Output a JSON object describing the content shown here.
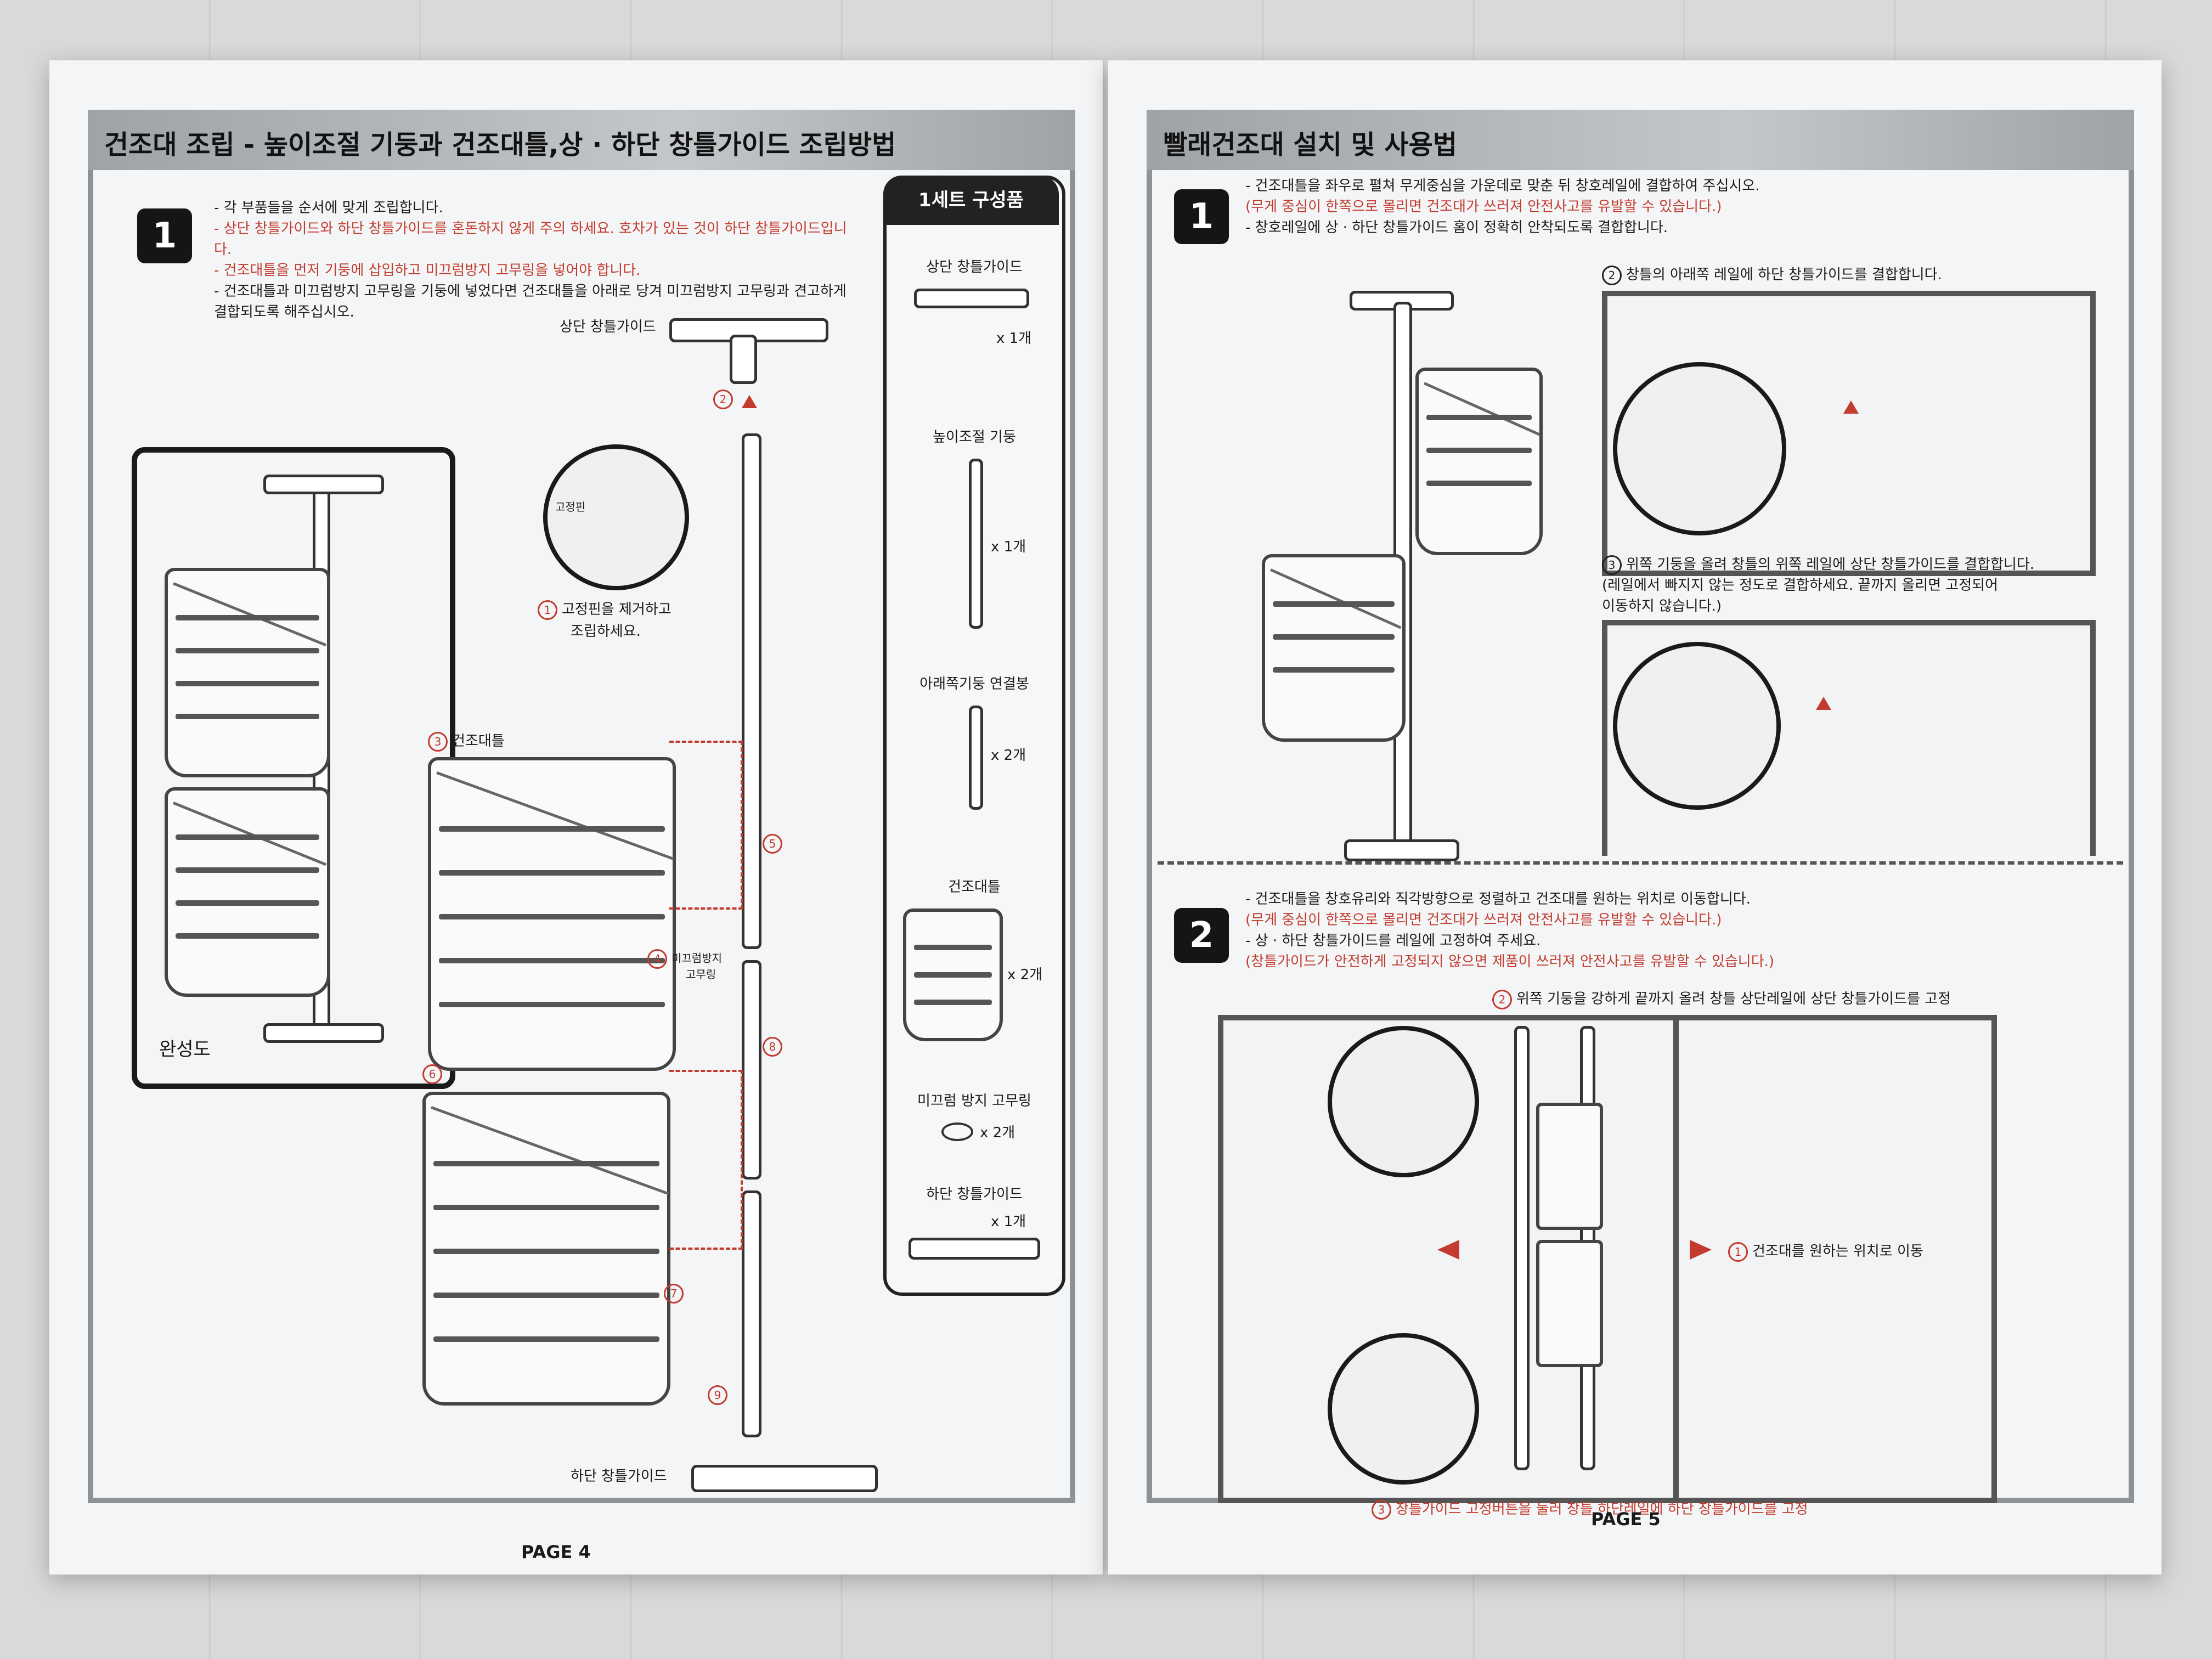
{
  "left_page": {
    "title": "건조대 조립 - 높이조절 기둥과 건조대틀,상 · 하단 창틀가이드 조립방법",
    "step": "1",
    "notes": [
      "- 각 부품들을 순서에 맞게 조립합니다.",
      "- 상단 창틀가이드와 하단 창틀가이드를 혼돈하지 않게 주의 하세요. 호차가 있는 것이 하단 창틀가이드입니다.",
      "- 건조대틀을 먼저 기둥에 삽입하고 미끄럼방지 고무링을 넣어야 합니다.",
      "- 건조대틀과 미끄럼방지 고무링을 기둥에 넣었다면 건조대틀을 아래로 당겨 미끄럼방지 고무링과 견고하게",
      "  결합되도록 해주십시오."
    ],
    "labels": {
      "upper_guide": "상단 창틀가이드",
      "lower_guide": "하단 창틀가이드",
      "pin": "고정핀",
      "pin_instr_1": "고정핀을 제거하고",
      "pin_instr_2": "조립하세요.",
      "rack3": "건조대틀",
      "ring_1": "미끄럼방지",
      "ring_2": "고무링",
      "complete": "완성도"
    },
    "step_numbers": [
      "1",
      "2",
      "3",
      "4",
      "5",
      "6",
      "7",
      "8",
      "9"
    ],
    "parts": {
      "heading": "1세트 구성품",
      "items": [
        {
          "name": "상단 창틀가이드",
          "qty": "x 1개"
        },
        {
          "name": "높이조절 기둥",
          "qty": "x 1개"
        },
        {
          "name": "아래쪽기둥 연결봉",
          "qty": "x 2개"
        },
        {
          "name": "건조대틀",
          "qty": "x 2개"
        },
        {
          "name": "미끄럼 방지 고무링",
          "qty": "x 2개"
        },
        {
          "name": "하단 창틀가이드",
          "qty": "x 1개"
        }
      ]
    },
    "page_number": "PAGE 4"
  },
  "right_page": {
    "title": "빨래건조대 설치 및 사용법",
    "step1": {
      "badge": "1",
      "notes": [
        {
          "text": "- 건조대틀을 좌우로 펼쳐 무게중심을 가운데로 맞춘 뒤 창호레일에 결합하여 주십시오.",
          "red": false
        },
        {
          "text": "(무게 중심이 한쪽으로 몰리면 건조대가 쓰러져 안전사고를 유발할 수 있습니다.)",
          "red": true
        },
        {
          "text": "- 창호레일에 상 · 하단 창틀가이드 홈이 정확히 안착되도록 결합합니다.",
          "red": false
        }
      ],
      "callout2": "창틀의 아래쪽 레일에 하단 창틀가이드를 결합합니다.",
      "callout3": [
        "위쪽 기둥을 올려 창틀의 위쪽 레일에 상단 창틀가이드를 결합합니다.",
        "(레일에서 빠지지 않는 정도로 결합하세요. 끝까지 올리면 고정되어",
        "이동하지 않습니다.)"
      ]
    },
    "step2": {
      "badge": "2",
      "notes": [
        {
          "text": "- 건조대틀을 창호유리와 직각방향으로 정렬하고 건조대를 원하는 위치로 이동합니다.",
          "red": false
        },
        {
          "text": "(무게 중심이 한쪽으로 몰리면 건조대가 쓰러져 안전사고를 유발할 수 있습니다.)",
          "red": true
        },
        {
          "text": "- 상 · 하단 창틀가이드를 레일에 고정하여 주세요.",
          "red": false
        },
        {
          "text": "(창틀가이드가 안전하게 고정되지 않으면 제품이 쓰러져 안전사고를 유발할 수 있습니다.)",
          "red": true
        }
      ],
      "callout1": "건조대를 원하는 위치로 이동",
      "callout2": "위쪽 기둥을 강하게 끝까지 올려 창틀 상단레일에 상단 창틀가이드를 고정",
      "callout3": "창틀가이드 고정버튼을 눌러 창틀 하단레일에 하단 창틀가이드를 고정"
    },
    "page_number": "PAGE 5"
  },
  "colors": {
    "accent_red": "#c23b2e",
    "header_gray": "#9ea3a7",
    "paper": "#f4f5f6"
  }
}
